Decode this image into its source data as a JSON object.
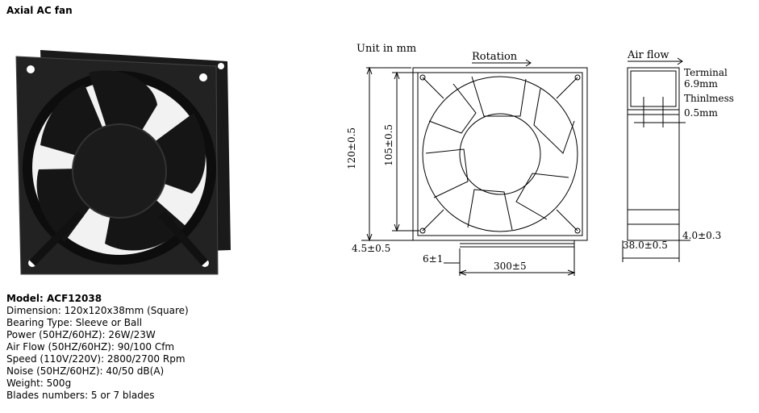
{
  "page": {
    "title": "Axial AC fan"
  },
  "drawing": {
    "unit": "Unit in mm",
    "rotation": "Rotation",
    "airflow": "Air flow",
    "terminal_lines": [
      "Terminal",
      "6.9mm",
      "Thinlmess",
      "0.5mm"
    ],
    "dim_120": "120±0.5",
    "dim_105": "105±0.5",
    "dim_4_5": "4.5±0.5",
    "dim_6": "6±1",
    "dim_300": "300±5",
    "dim_38": "38.0±0.5",
    "dim_4_0": "4.0±0.3"
  },
  "specs": {
    "model": "Model: ACF12038",
    "lines": [
      "Dimension: 120x120x38mm (Square)",
      "Bearing Type: Sleeve or Ball",
      "Power (50HZ/60HZ): 26W/23W",
      "Air Flow (50HZ/60HZ): 90/100 Cfm",
      "Speed (110V/220V): 2800/2700 Rpm",
      "Noise (50HZ/60HZ): 40/50 dB(A)",
      "Weight: 500g",
      "Blades numbers: 5 or 7 blades"
    ]
  }
}
